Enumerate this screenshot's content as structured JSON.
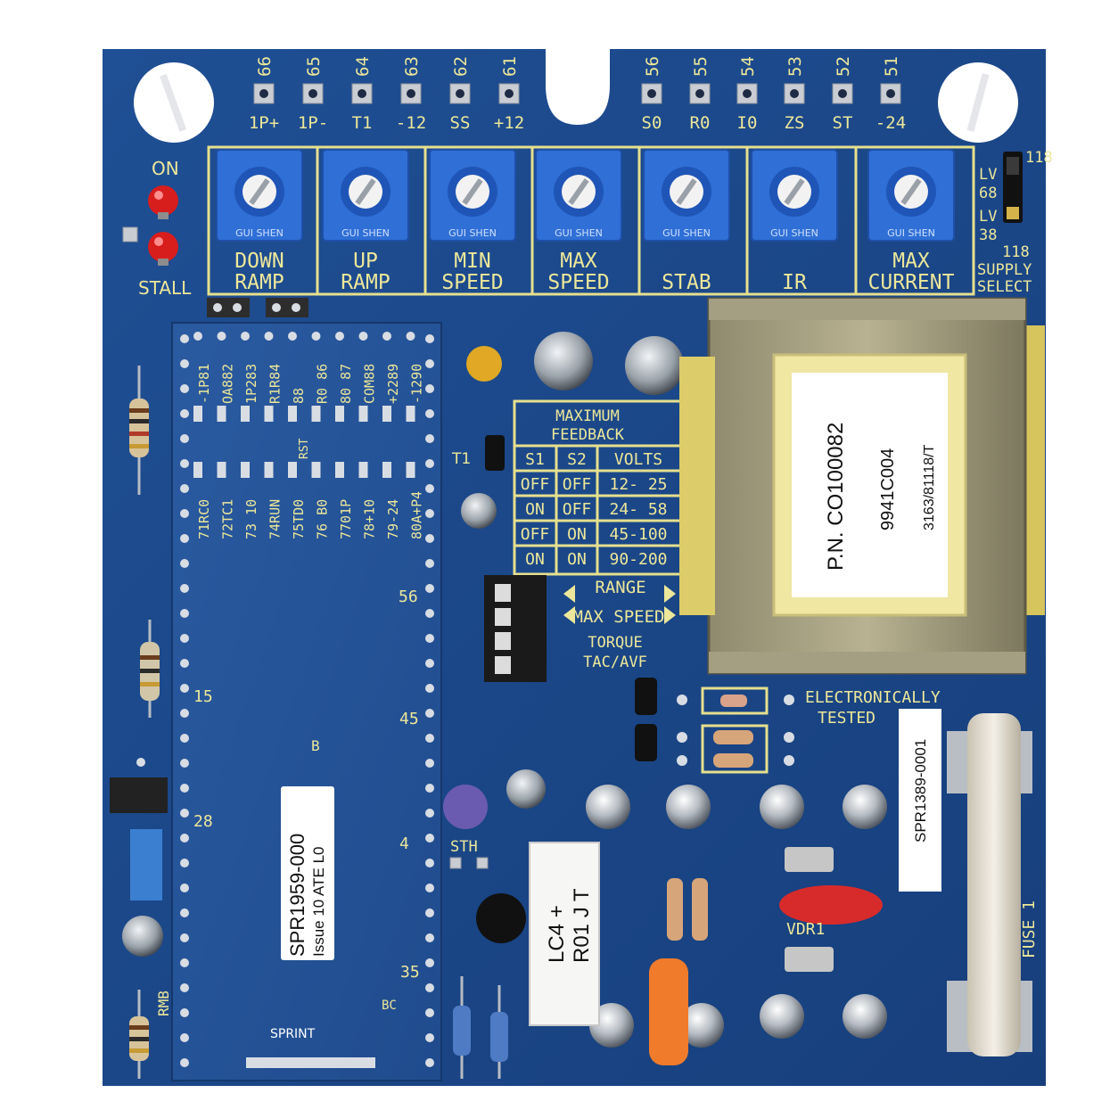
{
  "terminals_top_left": [
    {
      "num": "66",
      "label": "1P+"
    },
    {
      "num": "65",
      "label": "1P-"
    },
    {
      "num": "64",
      "label": "T1"
    },
    {
      "num": "63",
      "label": "-12"
    },
    {
      "num": "62",
      "label": "SS"
    },
    {
      "num": "61",
      "label": "+12"
    }
  ],
  "terminals_top_right": [
    {
      "num": "56",
      "label": "S0"
    },
    {
      "num": "55",
      "label": "R0"
    },
    {
      "num": "54",
      "label": "I0"
    },
    {
      "num": "53",
      "label": "ZS"
    },
    {
      "num": "52",
      "label": "ST"
    },
    {
      "num": "51",
      "label": "-24"
    }
  ],
  "led_labels": {
    "on": "ON",
    "stall": "STALL"
  },
  "pots": [
    {
      "line1": "DOWN",
      "line2": "RAMP"
    },
    {
      "line1": "UP",
      "line2": "RAMP"
    },
    {
      "line1": "MIN",
      "line2": "SPEED"
    },
    {
      "line1": "MAX",
      "line2": "SPEED"
    },
    {
      "line1": "",
      "line2": "STAB"
    },
    {
      "line1": "",
      "line2": "IR"
    },
    {
      "line1": "MAX",
      "line2": "CURRENT"
    }
  ],
  "pot_brand": "GUI SHEN",
  "supply_select": {
    "n1": "118",
    "lv68a": "LV",
    "lv68b": "68",
    "lv38a": "LV",
    "lv38b": "38",
    "n2": "118",
    "l1": "SUPPLY",
    "l2": "SELECT"
  },
  "module_pins_top": [
    "-1P81",
    "OA882",
    "1P283",
    "R1R84",
    "88",
    "R0 86",
    "80 87",
    "COM88",
    "+2289",
    "-1290"
  ],
  "module_pins_bottom": [
    "71RC0",
    "72TC1",
    "73 10",
    "74RUN",
    "75TD0",
    "76 B0",
    "7701P",
    "78+10",
    "79-24",
    "80A+P4"
  ],
  "module_rst": "RST",
  "module_nums": {
    "n56": "56",
    "n15": "15",
    "n45": "45",
    "n28": "28",
    "n4": "4",
    "n35": "35"
  },
  "module_sticker": {
    "line1": "SPR1959-000",
    "line2": "Issue 10 ATE L0"
  },
  "module_sprint": "SPRINT",
  "module_b": "B",
  "module_bc": "BC",
  "feedback_table": {
    "title1": "MAXIMUM",
    "title2": "FEEDBACK",
    "headers": [
      "S1",
      "S2",
      "VOLTS"
    ],
    "rows": [
      [
        "OFF",
        "OFF",
        "12- 25"
      ],
      [
        "ON",
        "OFF",
        "24- 58"
      ],
      [
        "OFF",
        "ON",
        "45-100"
      ],
      [
        "ON",
        "ON",
        "90-200"
      ]
    ]
  },
  "t1_label": "T1",
  "dip_labels": {
    "range": "RANGE",
    "max_speed": "MAX SPEED",
    "torque": "TORQUE",
    "tac_avf": "TAC/AVF"
  },
  "transformer_label": {
    "pn": "P.N. CO100082",
    "code": "9941C004",
    "date": "3163/81118/T"
  },
  "tested": {
    "l1": "ELECTRONICALLY",
    "l2": "TESTED"
  },
  "spr_label": "SPR1389-0001",
  "resistor_label": {
    "l1": "LC4 +",
    "l2": "R01 J T"
  },
  "sth": "STH",
  "vdr": "VDR1",
  "fuse": "FUSE 1",
  "rmb": "RMB",
  "colors": {
    "board": "#1d4a8c",
    "silk": "#ece79a",
    "pot": "#2f6fd6"
  }
}
